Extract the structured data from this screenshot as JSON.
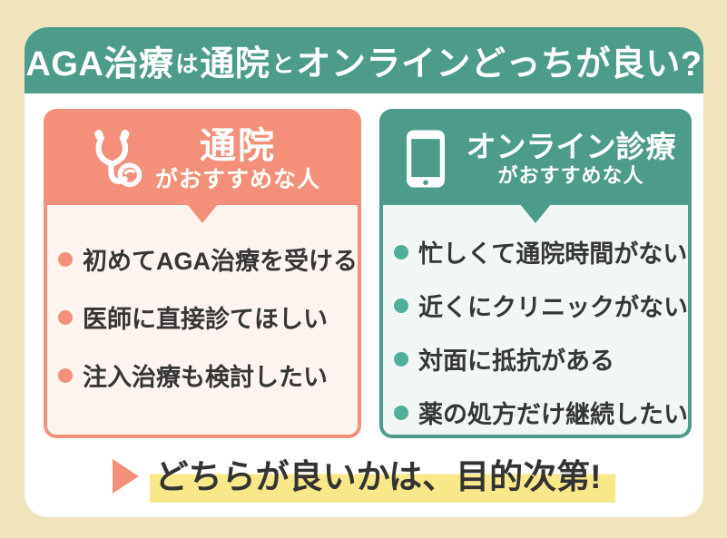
{
  "colors": {
    "background_cream": "#F1E3BC",
    "teal_accent": "#4D9C8B",
    "salmon_accent": "#F4907A",
    "clinic_body_bg": "#FDF4F0",
    "online_body_bg": "#F0F7F5",
    "highlight_yellow": "#F9E88A",
    "text_dark": "#363636"
  },
  "title": {
    "seg1": "AGA治療",
    "seg2": "は",
    "seg3": "通院",
    "seg4": "と",
    "seg5": "オンラインどっちが良い?"
  },
  "cards": {
    "clinic": {
      "icon": "stethoscope-icon",
      "title": "通院",
      "subtitle": "がおすすめな人",
      "items": [
        "初めてAGA治療を受ける",
        "医師に直接診てほしい",
        "注入治療も検討したい"
      ]
    },
    "online": {
      "icon": "smartphone-icon",
      "title": "オンライン診療",
      "subtitle": "がおすすめな人",
      "items": [
        "忙しくて通院時間がない",
        "近くにクリニックがない",
        "対面に抵抗がある",
        "薬の処方だけ継続したい"
      ]
    }
  },
  "conclusion": {
    "text": "どちらが良いかは、目的次第!"
  }
}
